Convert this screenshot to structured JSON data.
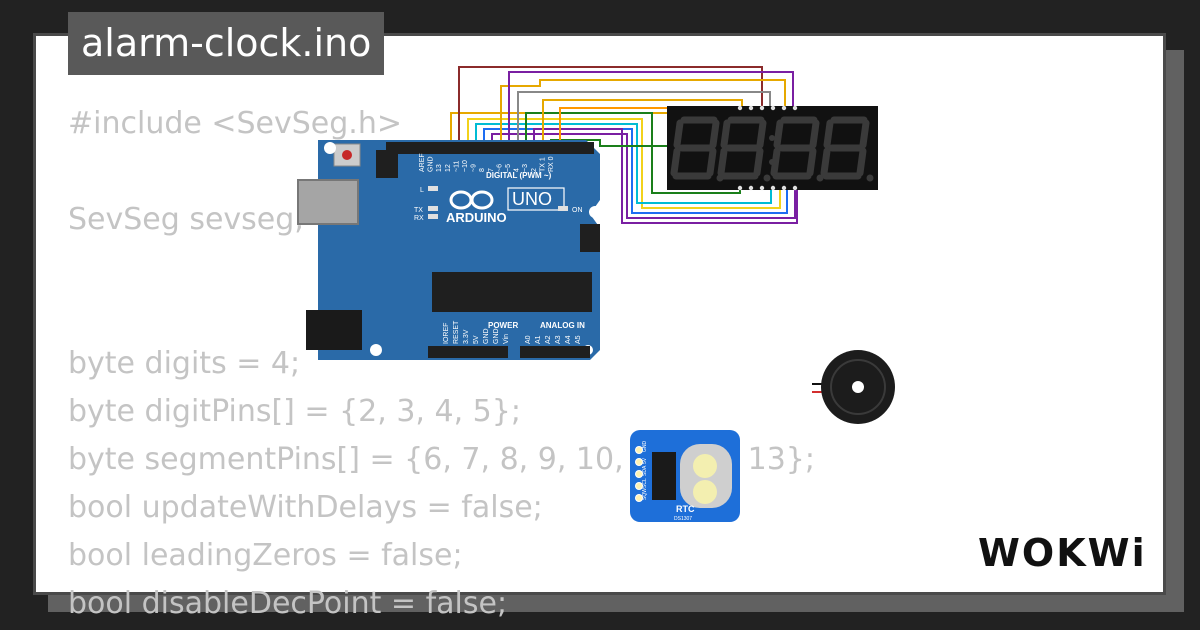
{
  "project": {
    "title": "alarm-clock.ino"
  },
  "code_lines": [
    "#include <SevSeg.h>",
    "",
    "SevSeg sevseg;",
    "",
    "",
    "byte digits = 4;",
    "byte digitPins[] = {2, 3, 4, 5};",
    "byte segmentPins[] = {6, 7, 8, 9, 10, 11, 12, 13};",
    "bool updateWithDelays = false;",
    "bool leadingZeros = false;",
    "bool disableDecPoint = false;"
  ],
  "arduino": {
    "header_pins": [
      "AREF",
      "GND",
      "13",
      "12",
      "~11",
      "~10",
      "~9",
      "8",
      "7",
      "~6",
      "~5",
      "4",
      "~3",
      "2",
      "TX 1",
      "RX 0"
    ],
    "digital_label": "DIGITAL (PWM ~)",
    "brand": "ARDUINO",
    "model": "UNO",
    "on_label": "ON",
    "l_label": "L",
    "tx_label": "TX",
    "rx_label": "RX",
    "power_label": "POWER",
    "analog_label": "ANALOG IN",
    "power_pins": [
      "IOREF",
      "RESET",
      "3.3V",
      "5V",
      "GND",
      "GND",
      "Vin"
    ],
    "analog_pins": [
      "A0",
      "A1",
      "A2",
      "A3",
      "A4",
      "A5"
    ]
  },
  "rtc": {
    "label": "RTC",
    "chip": "DS1307",
    "pins": [
      "GND",
      "5V",
      "SDA",
      "SCL",
      "SQW"
    ]
  },
  "brand": {
    "logo": "WOKWi"
  },
  "wire_colors": [
    "#8b2b2b",
    "#7a1fa2",
    "#e6a800",
    "#888888",
    "#f2d21b",
    "#00bcd4",
    "#1e6df2",
    "#ff9800",
    "#1a7f1a"
  ],
  "colors": {
    "board": "#2a6aa8",
    "display": "#111111",
    "rtc": "#1e6fd9"
  }
}
